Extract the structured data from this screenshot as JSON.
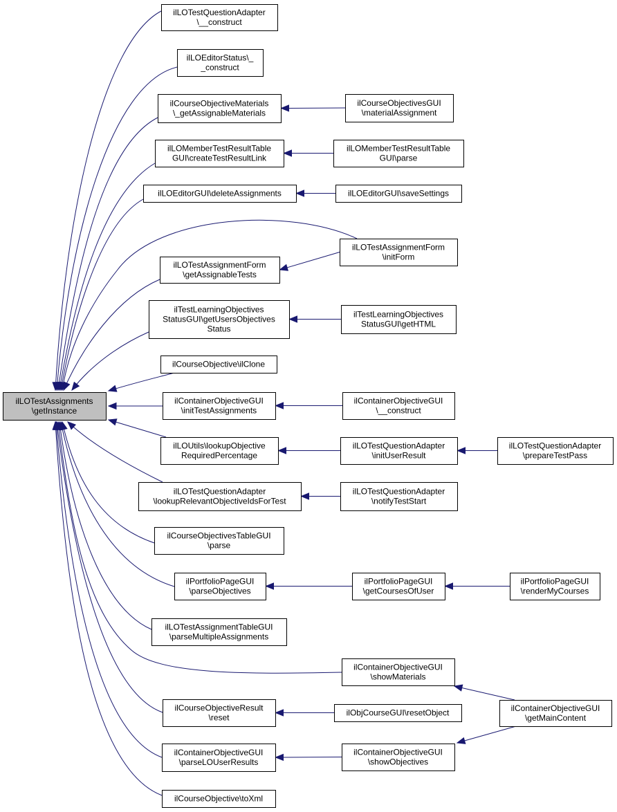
{
  "colors": {
    "edge": "#191970",
    "node_fill": "#ffffff",
    "root_fill": "#bfbfbf",
    "border": "#000000"
  },
  "nodes": [
    {
      "id": "root",
      "lines": [
        "ilLOTestAssignments",
        "\\getInstance"
      ],
      "root": true
    },
    {
      "id": "n1",
      "lines": [
        "ilLOTestQuestionAdapter",
        "\\__construct"
      ]
    },
    {
      "id": "n2",
      "lines": [
        "ilLOEditorStatus\\_",
        "_construct"
      ]
    },
    {
      "id": "n3",
      "lines": [
        "ilCourseObjectiveMaterials",
        "\\_getAssignableMaterials"
      ]
    },
    {
      "id": "n4",
      "lines": [
        "ilLOMemberTestResultTable",
        "GUI\\createTestResultLink"
      ]
    },
    {
      "id": "n5",
      "lines": [
        "ilLOEditorGUI\\deleteAssignments"
      ]
    },
    {
      "id": "n6",
      "lines": [
        "ilLOTestAssignmentForm",
        "\\getAssignableTests"
      ]
    },
    {
      "id": "n7",
      "lines": [
        "ilTestLearningObjectives",
        "StatusGUI\\getUsersObjectives",
        "Status"
      ]
    },
    {
      "id": "n8",
      "lines": [
        "ilCourseObjective\\ilClone"
      ]
    },
    {
      "id": "n9",
      "lines": [
        "ilContainerObjectiveGUI",
        "\\initTestAssignments"
      ]
    },
    {
      "id": "n10",
      "lines": [
        "ilLOUtils\\lookupObjective",
        "RequiredPercentage"
      ]
    },
    {
      "id": "n11",
      "lines": [
        "ilLOTestQuestionAdapter",
        "\\lookupRelevantObjectiveIdsForTest"
      ]
    },
    {
      "id": "n12",
      "lines": [
        "ilCourseObjectivesTableGUI",
        "\\parse"
      ]
    },
    {
      "id": "n13",
      "lines": [
        "ilPortfolioPageGUI",
        "\\parseObjectives"
      ]
    },
    {
      "id": "n14",
      "lines": [
        "ilLOTestAssignmentTableGUI",
        "\\parseMultipleAssignments"
      ]
    },
    {
      "id": "n15",
      "lines": [
        "ilCourseObjectiveResult",
        "\\reset"
      ]
    },
    {
      "id": "n16",
      "lines": [
        "ilContainerObjectiveGUI",
        "\\parseLOUserResults"
      ]
    },
    {
      "id": "n17",
      "lines": [
        "ilCourseObjective\\toXml"
      ]
    },
    {
      "id": "m1",
      "lines": [
        "ilCourseObjectivesGUI",
        "\\materialAssignment"
      ]
    },
    {
      "id": "m2",
      "lines": [
        "ilLOMemberTestResultTable",
        "GUI\\parse"
      ]
    },
    {
      "id": "m3",
      "lines": [
        "ilLOEditorGUI\\saveSettings"
      ]
    },
    {
      "id": "m4",
      "lines": [
        "ilLOTestAssignmentForm",
        "\\initForm"
      ]
    },
    {
      "id": "m5",
      "lines": [
        "ilTestLearningObjectives",
        "StatusGUI\\getHTML"
      ]
    },
    {
      "id": "m6",
      "lines": [
        "ilContainerObjectiveGUI",
        "\\__construct"
      ]
    },
    {
      "id": "m7",
      "lines": [
        "ilLOTestQuestionAdapter",
        "\\initUserResult"
      ]
    },
    {
      "id": "m8",
      "lines": [
        "ilLOTestQuestionAdapter",
        "\\notifyTestStart"
      ]
    },
    {
      "id": "m9",
      "lines": [
        "ilPortfolioPageGUI",
        "\\getCoursesOfUser"
      ]
    },
    {
      "id": "m10",
      "lines": [
        "ilContainerObjectiveGUI",
        "\\showMaterials"
      ]
    },
    {
      "id": "m11",
      "lines": [
        "ilObjCourseGUI\\resetObject"
      ]
    },
    {
      "id": "m12",
      "lines": [
        "ilContainerObjectiveGUI",
        "\\showObjectives"
      ]
    },
    {
      "id": "r1",
      "lines": [
        "ilLOTestQuestionAdapter",
        "\\prepareTestPass"
      ]
    },
    {
      "id": "r2",
      "lines": [
        "ilPortfolioPageGUI",
        "\\renderMyCourses"
      ]
    },
    {
      "id": "r3",
      "lines": [
        "ilContainerObjectiveGUI",
        "\\getMainContent"
      ]
    }
  ],
  "edges": [
    {
      "from": "n1",
      "to": "root"
    },
    {
      "from": "n2",
      "to": "root"
    },
    {
      "from": "n3",
      "to": "root"
    },
    {
      "from": "n4",
      "to": "root"
    },
    {
      "from": "n5",
      "to": "root"
    },
    {
      "from": "m4",
      "to": "root"
    },
    {
      "from": "n6",
      "to": "root"
    },
    {
      "from": "n7",
      "to": "root"
    },
    {
      "from": "n8",
      "to": "root"
    },
    {
      "from": "n9",
      "to": "root"
    },
    {
      "from": "n10",
      "to": "root"
    },
    {
      "from": "n11",
      "to": "root"
    },
    {
      "from": "n12",
      "to": "root"
    },
    {
      "from": "n13",
      "to": "root"
    },
    {
      "from": "n14",
      "to": "root"
    },
    {
      "from": "m10",
      "to": "root"
    },
    {
      "from": "n15",
      "to": "root"
    },
    {
      "from": "n16",
      "to": "root"
    },
    {
      "from": "n17",
      "to": "root"
    },
    {
      "from": "m1",
      "to": "n3"
    },
    {
      "from": "m2",
      "to": "n4"
    },
    {
      "from": "m3",
      "to": "n5"
    },
    {
      "from": "m4",
      "to": "n6"
    },
    {
      "from": "m5",
      "to": "n7"
    },
    {
      "from": "m6",
      "to": "n9"
    },
    {
      "from": "m7",
      "to": "n10"
    },
    {
      "from": "m8",
      "to": "n11"
    },
    {
      "from": "m9",
      "to": "n13"
    },
    {
      "from": "m11",
      "to": "n15"
    },
    {
      "from": "m12",
      "to": "n16"
    },
    {
      "from": "r1",
      "to": "m7"
    },
    {
      "from": "r2",
      "to": "m9"
    },
    {
      "from": "r3",
      "to": "m10"
    },
    {
      "from": "r3",
      "to": "m12"
    }
  ]
}
